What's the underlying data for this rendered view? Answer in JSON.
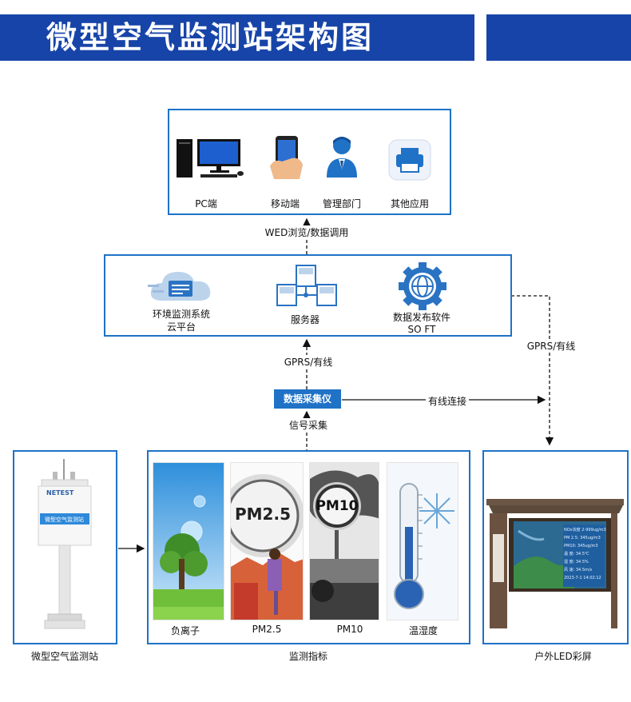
{
  "header": {
    "title": "微型空气监测站架构图"
  },
  "clients": [
    {
      "label": "PC端",
      "icon": "pc-monitor-icon"
    },
    {
      "label": "移动端",
      "icon": "mobile-phone-icon"
    },
    {
      "label": "管理部门",
      "icon": "manager-person-icon"
    },
    {
      "label": "其他应用",
      "icon": "printer-app-icon"
    }
  ],
  "links": {
    "web": "WED浏览/数据调用",
    "gprs_up": "GPRS/有线",
    "gprs_right": "GPRS/有线",
    "wired": "有线连接",
    "signal": "信号采集"
  },
  "server": {
    "cloud_line1": "环境监测系统",
    "cloud_line2": "云平台",
    "server_label": "服务器",
    "software_line1": "数据发布软件",
    "software_line2": "SO FT"
  },
  "collector": {
    "label": "数据采集仪"
  },
  "station": {
    "caption": "微型空气监测站",
    "brand": "NETEST",
    "panel_text": "微型空气监测站"
  },
  "indicators": {
    "caption": "监测指标",
    "items": [
      {
        "label": "负离子"
      },
      {
        "label": "PM2.5",
        "sign": "PM2.5"
      },
      {
        "label": "PM10",
        "sign": "PM10"
      },
      {
        "label": "温湿度"
      }
    ]
  },
  "led": {
    "caption": "户外LED彩屏",
    "rows": [
      "NOx浓度 2-999ug/m3",
      "PM 2.5: 345ug/m3",
      "PM10: 345ug/m3",
      "温 度: 34.5℃",
      "湿 度: 34.5%",
      "风 速: 34.5m/s",
      "2023-7-1 14:02:12"
    ]
  },
  "colors": {
    "primary": "#1744a8",
    "accent": "#1f72c6"
  }
}
